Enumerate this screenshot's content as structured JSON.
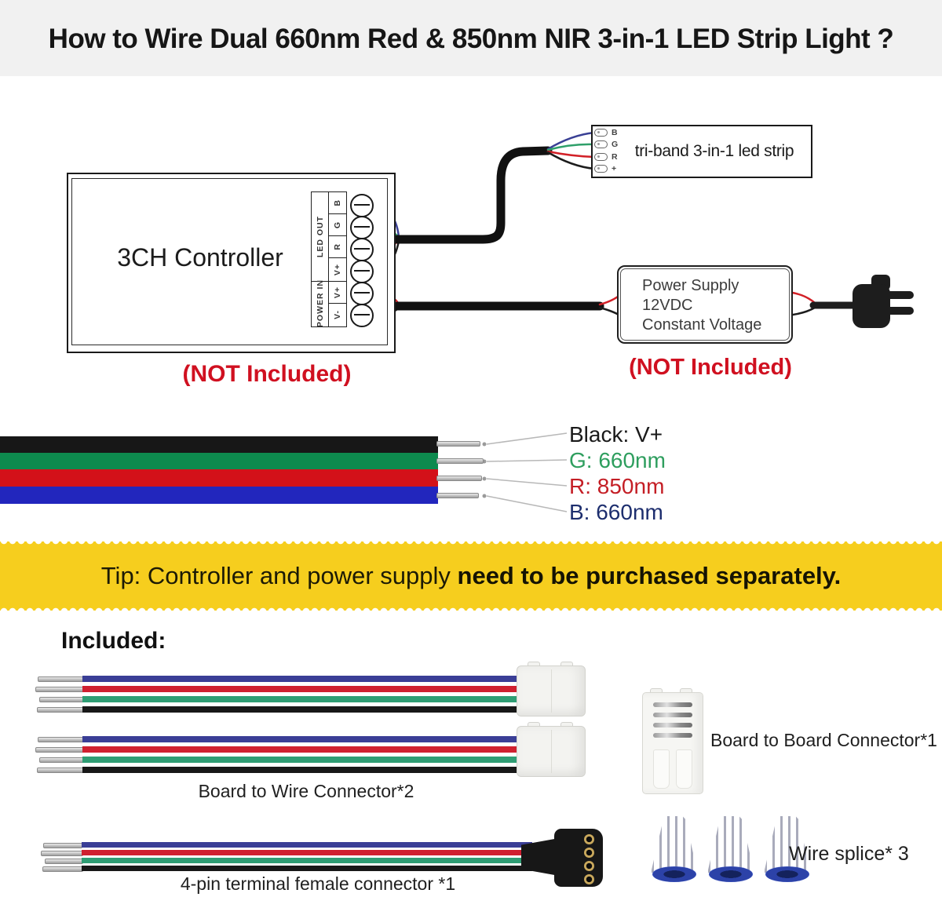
{
  "header": {
    "title": "How to Wire Dual 660nm Red & 850nm NIR 3-in-1 LED Strip Light ?"
  },
  "diagram": {
    "controller": {
      "name": "3CH Controller",
      "led_out_label": "LED OUT",
      "power_in_label": "POWER IN",
      "led_out_terminals": [
        "B",
        "G",
        "R",
        "V+"
      ],
      "power_in_terminals": [
        "V+",
        "V-"
      ],
      "not_included": "(NOT Included)"
    },
    "led_strip": {
      "label": "tri-band 3-in-1 led strip",
      "pads": [
        "B",
        "G",
        "R",
        "+"
      ]
    },
    "power_supply": {
      "line1": "Power Supply",
      "line2": "12VDC",
      "line3": "Constant Voltage",
      "not_included": "(NOT Included)"
    }
  },
  "wire_legend": {
    "items": [
      {
        "text": "Black: V+",
        "color": "#1a1a1a"
      },
      {
        "text": "G: 660nm",
        "color": "#2e9e5e"
      },
      {
        "text": "R: 850nm",
        "color": "#c41e25"
      },
      {
        "text": "B: 660nm",
        "color": "#1d2e6e"
      }
    ]
  },
  "tip_banner": {
    "normal": "Tip: Controller and power supply ",
    "bold": "need to be purchased separately.",
    "bg_color": "#f6ce1e"
  },
  "included": {
    "heading": "Included:",
    "board_to_wire_label": "Board to Wire Connector*2",
    "board_to_board_label": "Board to Board Connector*1",
    "four_pin_label": "4-pin terminal female connector *1",
    "wire_splice_label": "Wire splice* 3"
  },
  "colors": {
    "wire_blue": "#3a4095",
    "wire_green": "#2fa06a",
    "wire_red": "#d22027",
    "wire_black": "#1c1c1c",
    "accent_red": "#d01020",
    "splice_blue": "#3b54c0"
  }
}
